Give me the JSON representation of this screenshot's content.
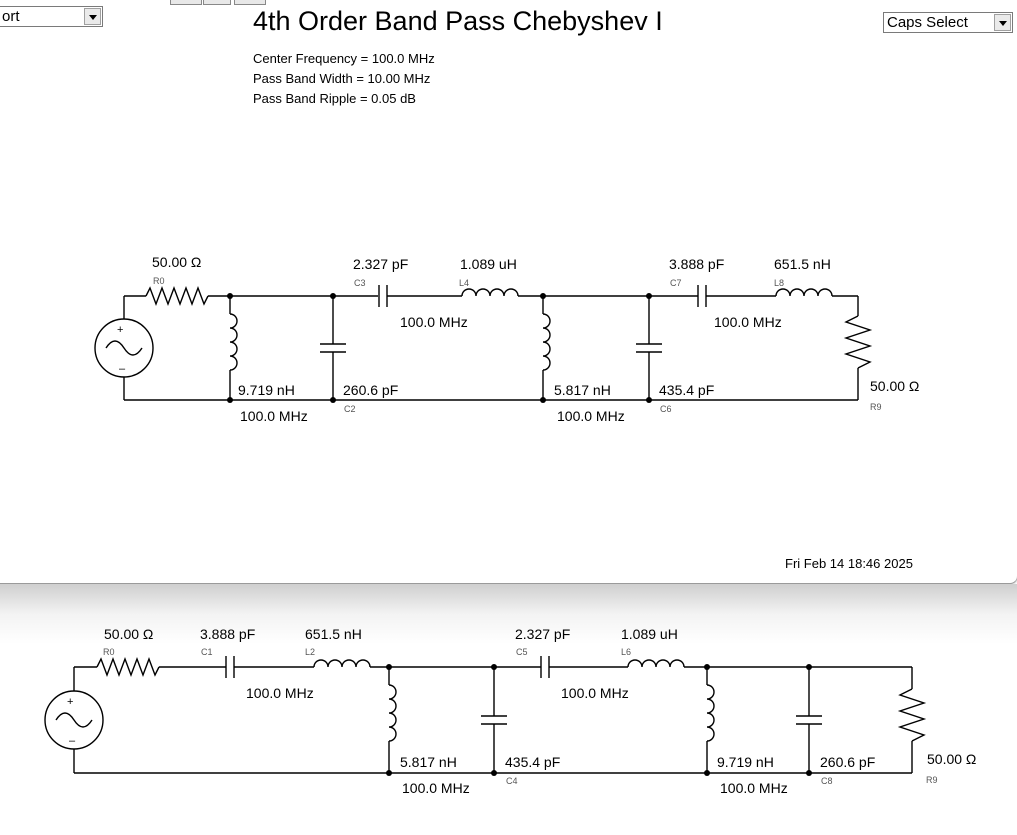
{
  "toolbar": {
    "left_select_value": "ort",
    "right_select_value": "Caps Select"
  },
  "header": {
    "title": "4th Order Band Pass Chebyshev I",
    "center_frequency": "Center Frequency = 100.0 MHz",
    "pass_band_width": "Pass Band Width = 10.00 MHz",
    "pass_band_ripple": "Pass Band Ripple = 0.05 dB"
  },
  "top_circuit": {
    "source_resistor": {
      "value": "50.00 Ω",
      "ref": "R0"
    },
    "shunt_l1": {
      "value": "9.719 nH",
      "freq": "100.0 MHz"
    },
    "shunt_c2": {
      "value": "260.6 pF",
      "ref": "C2"
    },
    "series_c3": {
      "value": "2.327 pF",
      "ref": "C3"
    },
    "series_l4": {
      "value": "1.089 uH",
      "ref": "L4",
      "freq": "100.0 MHz"
    },
    "shunt_l5": {
      "value": "5.817 nH",
      "freq": "100.0 MHz"
    },
    "shunt_c6": {
      "value": "435.4 pF",
      "ref": "C6"
    },
    "series_c7": {
      "value": "3.888 pF",
      "ref": "C7"
    },
    "series_l8": {
      "value": "651.5 nH",
      "ref": "L8",
      "freq": "100.0 MHz"
    },
    "load_resistor": {
      "value": "50.00 Ω",
      "ref": "R9"
    }
  },
  "timestamp": "Fri Feb 14 18:46 2025",
  "bottom_circuit": {
    "source_resistor": {
      "value": "50.00 Ω",
      "ref": "R0"
    },
    "series_c1": {
      "value": "3.888 pF",
      "ref": "C1"
    },
    "series_l2": {
      "value": "651.5 nH",
      "ref": "L2",
      "freq": "100.0 MHz"
    },
    "shunt_l3": {
      "value": "5.817 nH",
      "freq": "100.0 MHz"
    },
    "shunt_c4": {
      "value": "435.4 pF",
      "ref": "C4"
    },
    "series_c5": {
      "value": "2.327 pF",
      "ref": "C5"
    },
    "series_l6": {
      "value": "1.089 uH",
      "ref": "L6",
      "freq": "100.0 MHz"
    },
    "shunt_l7": {
      "value": "9.719 nH",
      "freq": "100.0 MHz"
    },
    "shunt_c8": {
      "value": "260.6 pF",
      "ref": "C8"
    },
    "load_resistor": {
      "value": "50.00 Ω",
      "ref": "R9"
    }
  }
}
